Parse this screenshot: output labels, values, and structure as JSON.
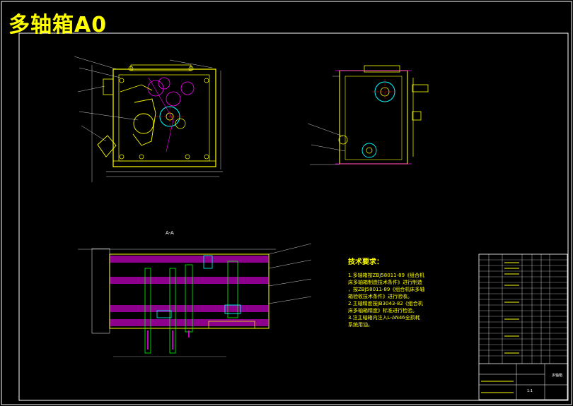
{
  "sheet": {
    "title": "多轴箱A0",
    "colors": {
      "background": "#000000",
      "frame": "#ffffff",
      "outline": "#ffff00",
      "hatch": "#ff00ff",
      "gear": "#00ffff",
      "center_line": "#ff0000",
      "block": "#00ff00",
      "leader": "#ff00ff"
    }
  },
  "section_label": "A-A",
  "technical_notes": {
    "heading": "技术要求：",
    "lines": [
      "1.多轴箱按ZBJ58011-89《组合机",
      "床多轴箱制造技术条件》进行制造",
      "，按ZBJ58011-89《组合机床多轴",
      "箱验收技术条件》进行验收。",
      "2.主轴精度按JB3043-82《组合机",
      "床多轴箱精度》标准进行检验。",
      "3.注主轴箱内注入L-AN46全损耗",
      "系统用油。"
    ]
  },
  "title_block": {
    "drawing_name": "多轴箱",
    "scale": "1:1"
  }
}
